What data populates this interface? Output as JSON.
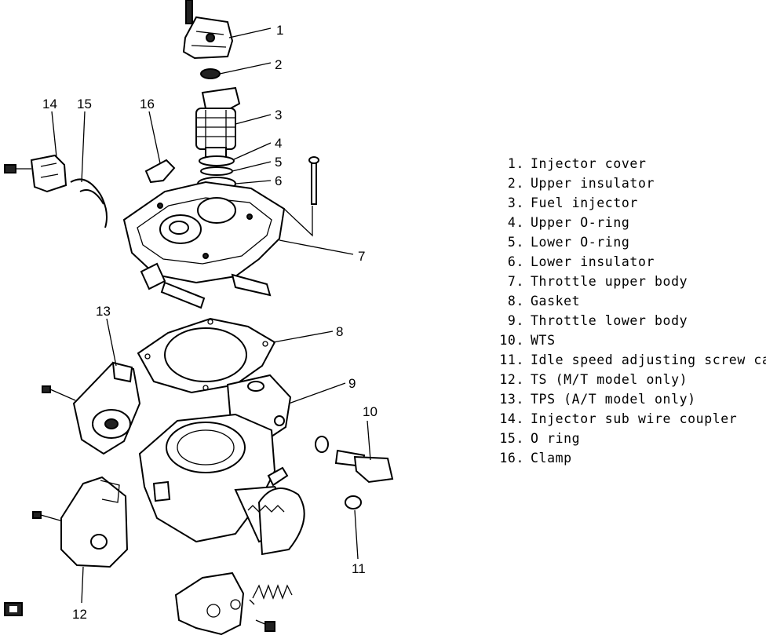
{
  "callouts": [
    "1",
    "2",
    "3",
    "4",
    "5",
    "6",
    "7",
    "8",
    "9",
    "10",
    "11",
    "12",
    "13",
    "14",
    "15",
    "16"
  ],
  "legend": [
    {
      "num": "1.",
      "text": "Injector cover"
    },
    {
      "num": "2.",
      "text": "Upper insulator"
    },
    {
      "num": "3.",
      "text": "Fuel injector"
    },
    {
      "num": "4.",
      "text": "Upper O-ring"
    },
    {
      "num": "5.",
      "text": "Lower O-ring"
    },
    {
      "num": "6.",
      "text": "Lower insulator"
    },
    {
      "num": "7.",
      "text": "Throttle upper body"
    },
    {
      "num": "8.",
      "text": "Gasket"
    },
    {
      "num": "9.",
      "text": "Throttle lower body"
    },
    {
      "num": "10.",
      "text": "WTS"
    },
    {
      "num": "11.",
      "text": "Idle speed adjusting screw cap"
    },
    {
      "num": "12.",
      "text": "TS (M/T model only)"
    },
    {
      "num": "13.",
      "text": "TPS (A/T model only)"
    },
    {
      "num": "14.",
      "text": "Injector sub wire coupler"
    },
    {
      "num": "15.",
      "text": "O ring"
    },
    {
      "num": "16.",
      "text": "Clamp"
    }
  ],
  "colors": {
    "ink": "#000000",
    "paper": "#ffffff"
  }
}
